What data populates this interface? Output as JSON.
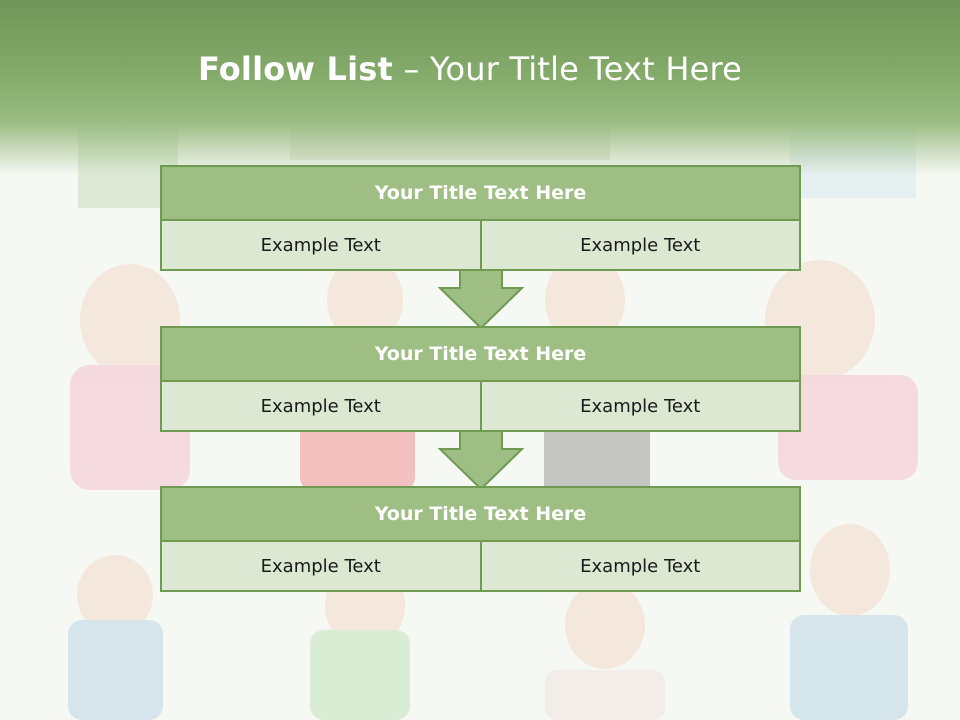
{
  "slide": {
    "title_bold": "Follow List",
    "title_rest": " – Your Title Text Here"
  },
  "steps": [
    {
      "title": "Your Title Text Here",
      "left": "Example Text",
      "right": "Example Text"
    },
    {
      "title": "Your Title Text Here",
      "left": "Example Text",
      "right": "Example Text"
    },
    {
      "title": "Your Title Text Here",
      "left": "Example Text",
      "right": "Example Text"
    }
  ],
  "colors": {
    "header_green": "#7aa062",
    "block_title_fill": "#9ebe84",
    "cell_fill": "#dce8d1",
    "border": "#6f9a52",
    "arrow_fill": "#9ebe84"
  }
}
